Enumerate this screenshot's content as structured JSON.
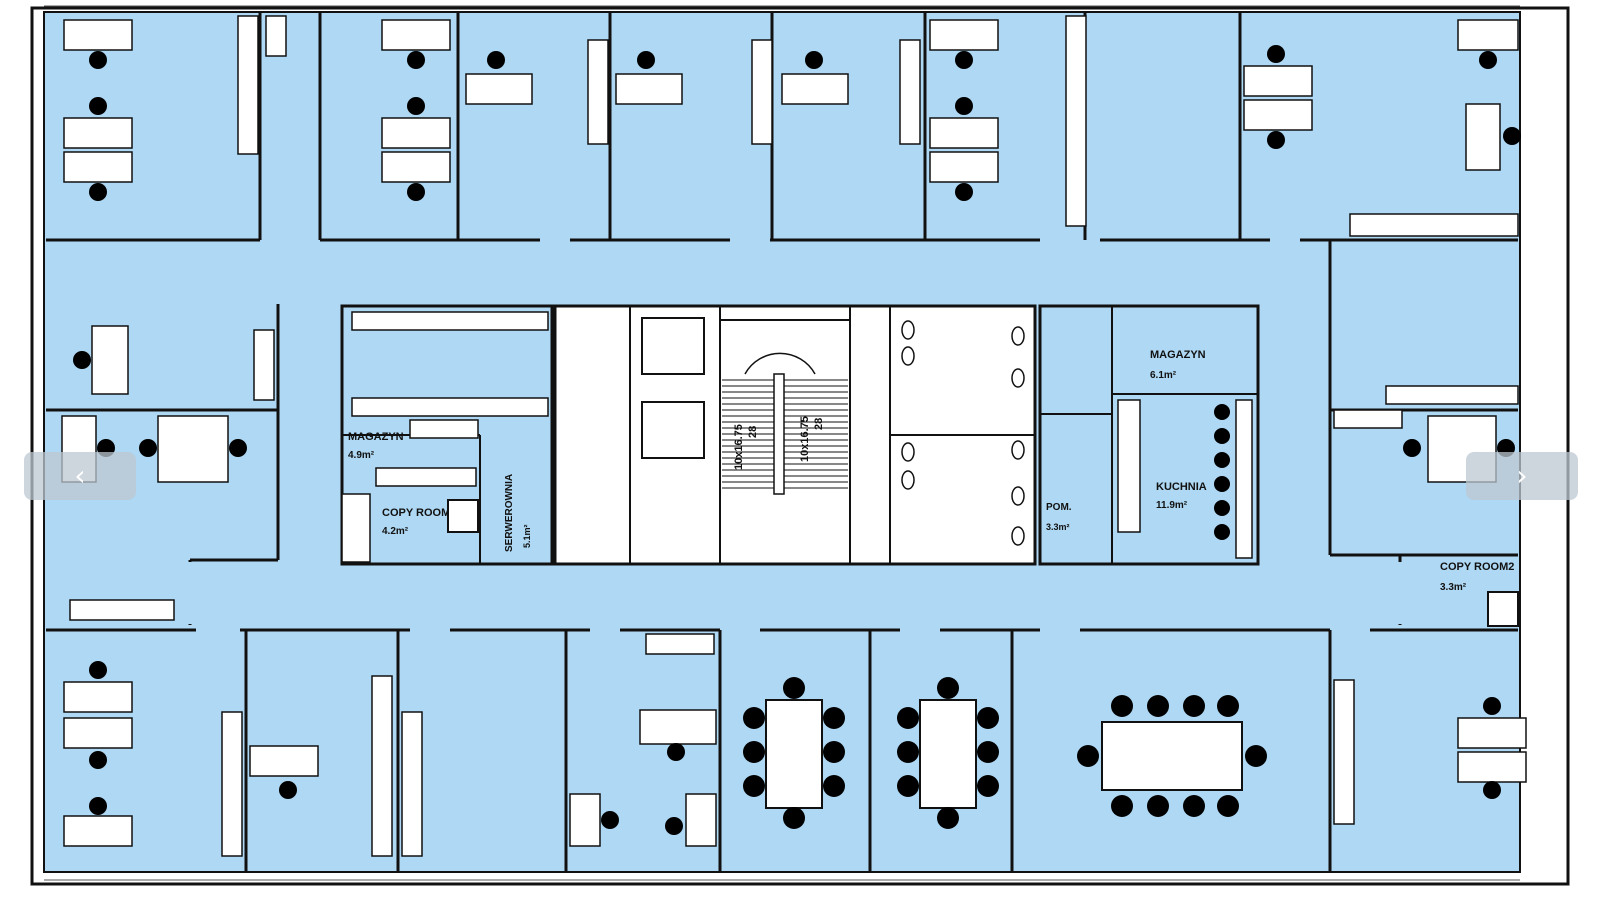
{
  "viewer": {
    "prev_glyph": "‹",
    "next_glyph": "›",
    "prev_icon": "chevron-left-icon",
    "next_icon": "chevron-right-icon"
  },
  "colors": {
    "room_fill": "#aed8f3",
    "wall": "#111111",
    "background": "#ffffff",
    "nav_button": "#bec8d2"
  },
  "floor_plan": {
    "rooms": {
      "magazyn_1": {
        "name": "MAGAZYN",
        "area": "4.9m²"
      },
      "copy_room_1": {
        "name": "COPY ROOM",
        "area": "4.2m²"
      },
      "server_room": {
        "name": "SERWEROWNIA",
        "area": "5.1m²"
      },
      "magazyn_2": {
        "name": "MAGAZYN",
        "area": "6.1m²"
      },
      "kuchnia": {
        "name": "KUCHNIA",
        "area": "11.9m²"
      },
      "pom": {
        "name": "POM.",
        "area": "3.3m²"
      },
      "copy_room_2": {
        "name": "COPY ROOM2",
        "area": "3.3m²"
      }
    },
    "stairs": {
      "left_run": "10x16.75",
      "left_count": "28",
      "right_run": "10x16.75",
      "right_count": "28"
    }
  }
}
